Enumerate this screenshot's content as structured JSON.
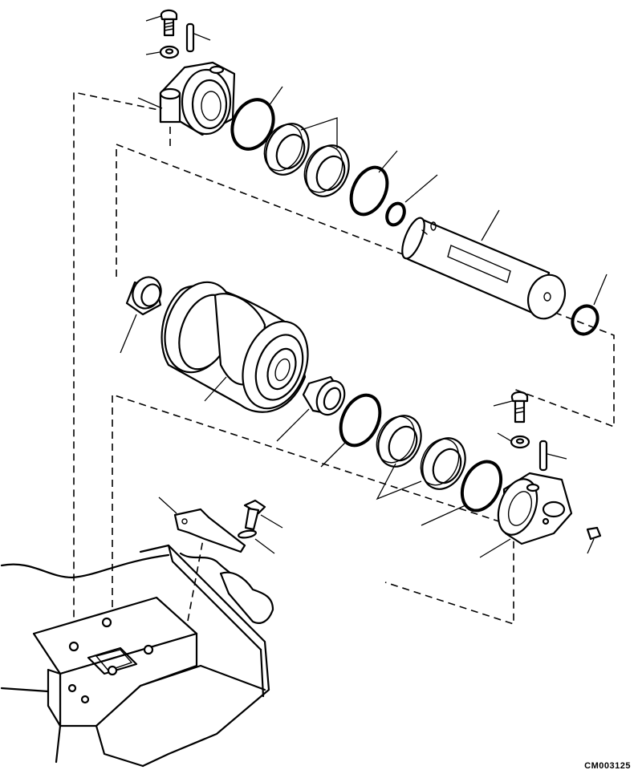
{
  "drawing_code": "CM003125",
  "colors": {
    "line": "#000000",
    "background": "#ffffff"
  },
  "parts": [
    "bolt-top",
    "spring-pin-top",
    "washer-top",
    "bracket-top",
    "o-ring-large-top",
    "floating-seal-pair-top",
    "o-ring-top",
    "o-ring-small",
    "roller-shaft",
    "o-ring-right",
    "bushing-left",
    "roller-body",
    "bushing-right",
    "o-ring-lower",
    "floating-seal-pair-lower",
    "o-ring-lower-right",
    "bolt-right",
    "washer-right",
    "spring-pin-right",
    "bracket-right",
    "grease-plug",
    "guard-plate",
    "bolt-guard",
    "washer-guard",
    "track-frame"
  ]
}
